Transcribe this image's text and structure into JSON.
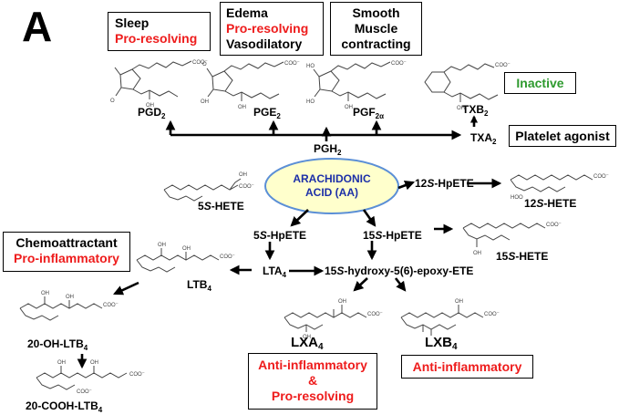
{
  "panel_label": "A",
  "colors": {
    "red": "#ee1c1c",
    "green": "#2e9a2e",
    "navy": "#1c2fa8",
    "aa_fill": "#ffffcc",
    "aa_stroke": "#5b8fd6"
  },
  "boxes": {
    "sleep": [
      "Sleep",
      "Pro-resolving"
    ],
    "edema": [
      "Edema",
      "Pro-resolving",
      "Vasodilatory"
    ],
    "smooth": [
      "Smooth",
      "Muscle",
      "contracting"
    ],
    "inactive": "Inactive",
    "platelet": "Platelet agonist",
    "chemo": [
      "Chemoattractant",
      "Pro-inflammatory"
    ],
    "anti_pro": [
      "Anti-inflammatory",
      "&",
      "Pro-resolving"
    ],
    "anti": "Anti-inflammatory"
  },
  "aa": [
    "ARACHIDONIC",
    "ACID (AA)"
  ],
  "labels": {
    "pgd2": {
      "base": "PGD",
      "sub": "2"
    },
    "pge2": {
      "base": "PGE",
      "sub": "2"
    },
    "pgf2a": {
      "base": "PGF",
      "sub": "2α"
    },
    "txb2": {
      "base": "TXB",
      "sub": "2"
    },
    "txa2": {
      "base": "TXA",
      "sub": "2"
    },
    "pgh2": {
      "base": "PGH",
      "sub": "2"
    },
    "hpete12": {
      "pre": "12",
      "s": "S",
      "post": "-HpETE"
    },
    "hete12": {
      "pre": "12",
      "s": "S",
      "post": "-HETE"
    },
    "hete5": {
      "pre": "5",
      "s": "S",
      "post": "-HETE"
    },
    "hpete5": {
      "pre": "5",
      "s": "S",
      "post": "-HpETE"
    },
    "hpete15": {
      "pre": "15",
      "s": "S",
      "post": "-HpETE"
    },
    "hete15": {
      "pre": "15",
      "s": "S",
      "post": "-HETE"
    },
    "lta4": {
      "base": "LTA",
      "sub": "4"
    },
    "ltb4": {
      "base": "LTB",
      "sub": "4"
    },
    "epoxy": {
      "pre": "15",
      "s": "S",
      "post": "-hydroxy-5(6)-epoxy-ETE"
    },
    "oh_ltb4": {
      "base": "20-OH-LTB",
      "sub": "4"
    },
    "cooh_ltb4": {
      "base": "20-COOH-LTB",
      "sub": "4"
    },
    "lxa4": {
      "base": "LXA",
      "sub": "4"
    },
    "lxb4": {
      "base": "LXB",
      "sub": "4"
    }
  },
  "structure_marks": {
    "coo": "COO⁻",
    "oh": "OH",
    "o": "O",
    "hoo": "HOO",
    "ho": "HO"
  }
}
